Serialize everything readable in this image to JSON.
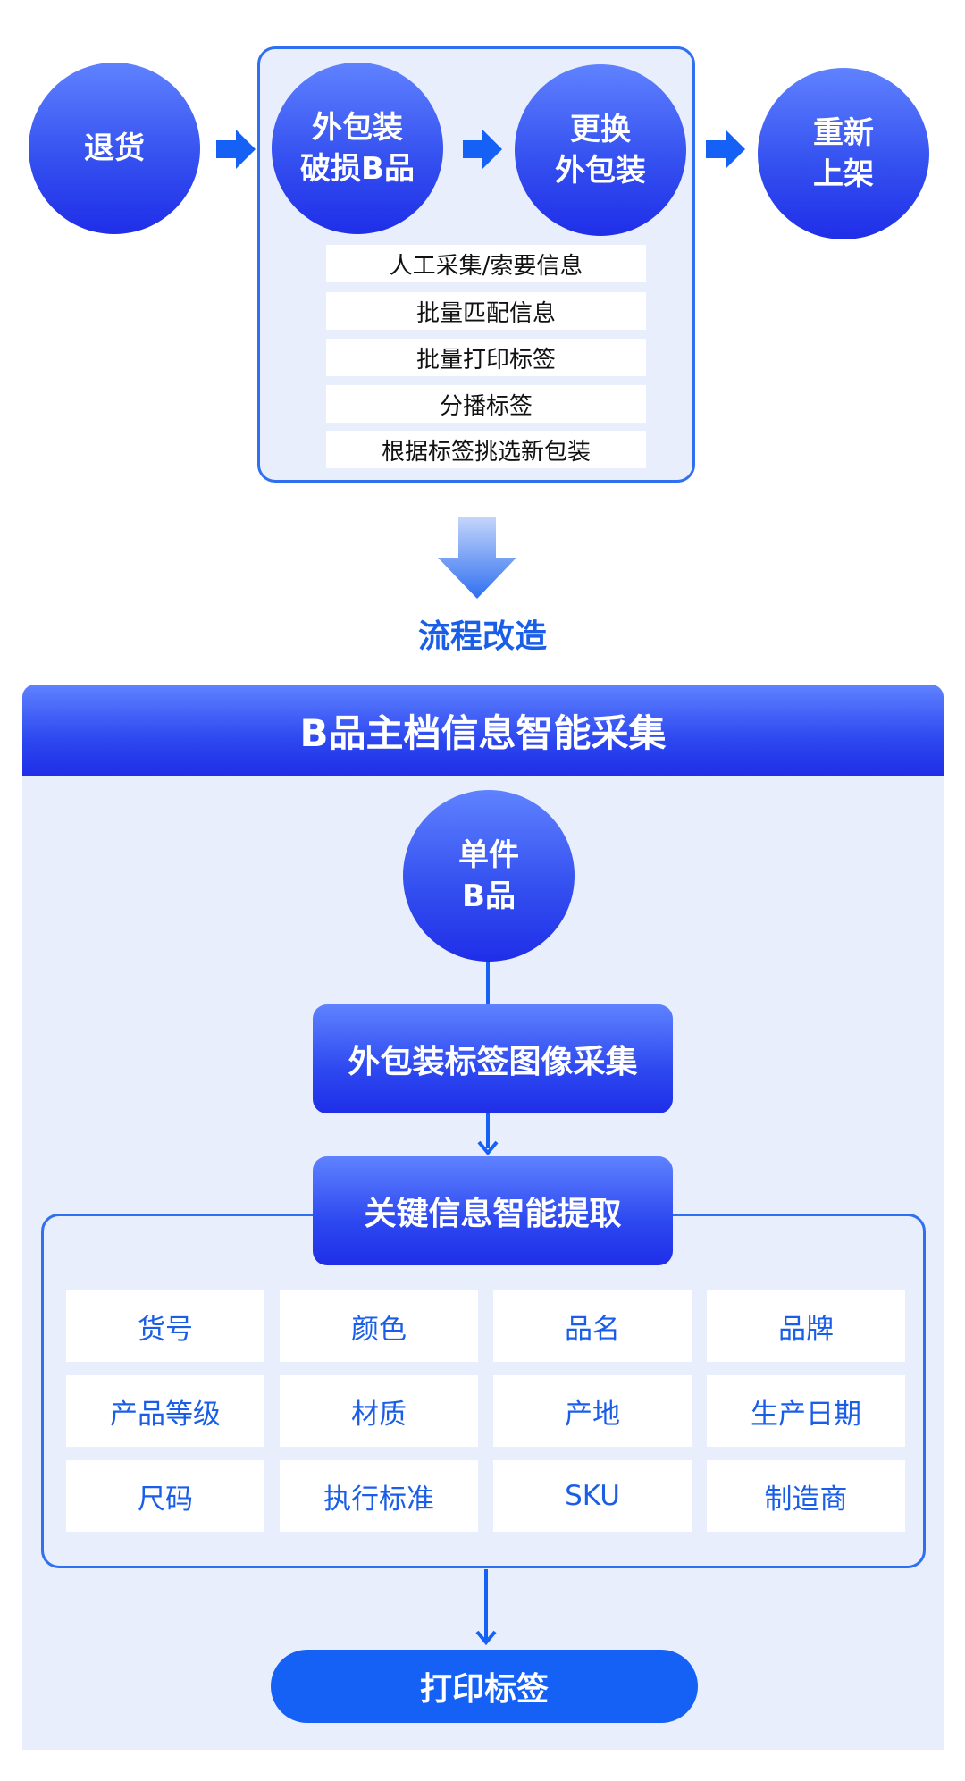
{
  "top_flow": {
    "circles": [
      {
        "label": "退货"
      },
      {
        "label": "外包装\n破损B品"
      },
      {
        "label": "更换\n外包装"
      },
      {
        "label": "重新\n上架"
      }
    ],
    "steps": [
      "人工采集/索要信息",
      "批量匹配信息",
      "批量打印标签",
      "分播标签",
      "根据标签挑选新包装"
    ]
  },
  "transition": {
    "label": "流程改造"
  },
  "panel": {
    "title": "B品主档信息智能采集",
    "start_node": "单件\nB品",
    "capture_step": "外包装标签图像采集",
    "extract_step": "关键信息智能提取",
    "fields": [
      [
        "货号",
        "颜色",
        "品名",
        "品牌"
      ],
      [
        "产品等级",
        "材质",
        "产地",
        "生产日期"
      ],
      [
        "尺码",
        "执行标准",
        "SKU",
        "制造商"
      ]
    ],
    "final_button": "打印标签"
  },
  "colors": {
    "primary_blue": "#1661f5",
    "panel_bg": "#e8eefb",
    "outline_blue": "#2f6ff0"
  }
}
